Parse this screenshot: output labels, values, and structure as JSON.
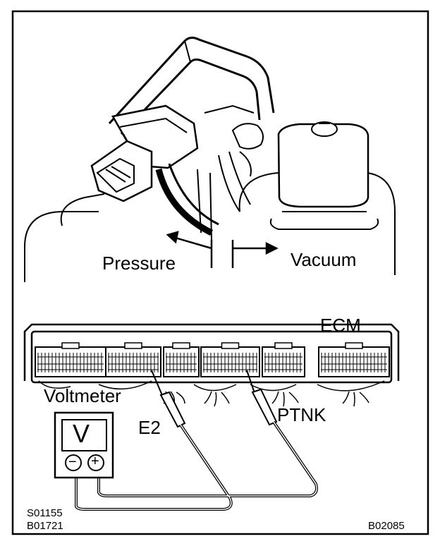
{
  "labels": {
    "pressure": "Pressure",
    "vacuum": "Vacuum",
    "ecm": "ECM",
    "voltmeter": "Voltmeter",
    "e2": "E2",
    "ptnk": "PTNK"
  },
  "meter": {
    "display": "V",
    "minus": "−",
    "plus": "+"
  },
  "codes": {
    "code1": "S01155",
    "code2": "B01721",
    "code3": "B02085"
  }
}
